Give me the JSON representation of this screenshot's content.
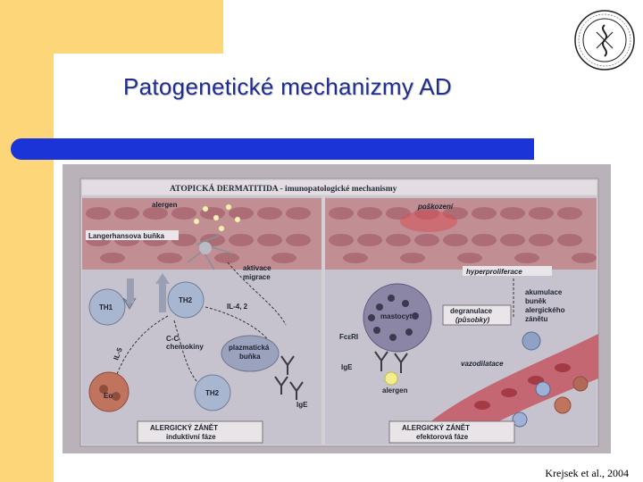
{
  "slide": {
    "title": "Patogenetické mechanizmy AD",
    "citation": "Krejsek et al., 2004"
  },
  "logo": {
    "icon": "university-seal-icon",
    "text": "MASARYKOVA UNIVERZITA"
  },
  "figure": {
    "header": "ATOPICKÁ DERMATITIDA - imunopatologické mechanismy",
    "left_panel": {
      "labels": {
        "alergen": "alergen",
        "langerhans": "Langerhansova buňka",
        "aktivace": "aktivace",
        "migrace": "migrace",
        "th1": "TH1",
        "th2_top": "TH2",
        "il42": "IL-4, 2",
        "cc": "C-C",
        "chemokiny": "chemokiny",
        "il5": "IL-5",
        "plazmaticka": "plazmatická",
        "bunka": "buňka",
        "ige": "IgE",
        "eo": "Eo",
        "th2_bottom": "TH2"
      },
      "footer_line1": "ALERGICKÝ ZÁNĚT",
      "footer_line2": "induktivní fáze"
    },
    "right_panel": {
      "labels": {
        "poskozeni": "poškození",
        "hyperproliferace": "hyperproliferace",
        "mastocyt": "mastocyt",
        "degranulace": "degranulace",
        "pusobky": "(působky)",
        "akumulace": "akumulace",
        "bunek": "buněk",
        "alergickeho": "alergického",
        "zanetu": "zánětu",
        "fcri": "FcεRI",
        "ige": "IgE",
        "vazodilatace": "vazodilatace",
        "alergen": "alergen"
      },
      "footer_line1": "ALERGICKÝ ZÁNĚT",
      "footer_line2": "efektorová fáze"
    }
  },
  "colors": {
    "title": "#1f2d8f",
    "bar": "#1b34d8",
    "band": "#fcd679",
    "figure_bg": "#c9c3c8"
  }
}
